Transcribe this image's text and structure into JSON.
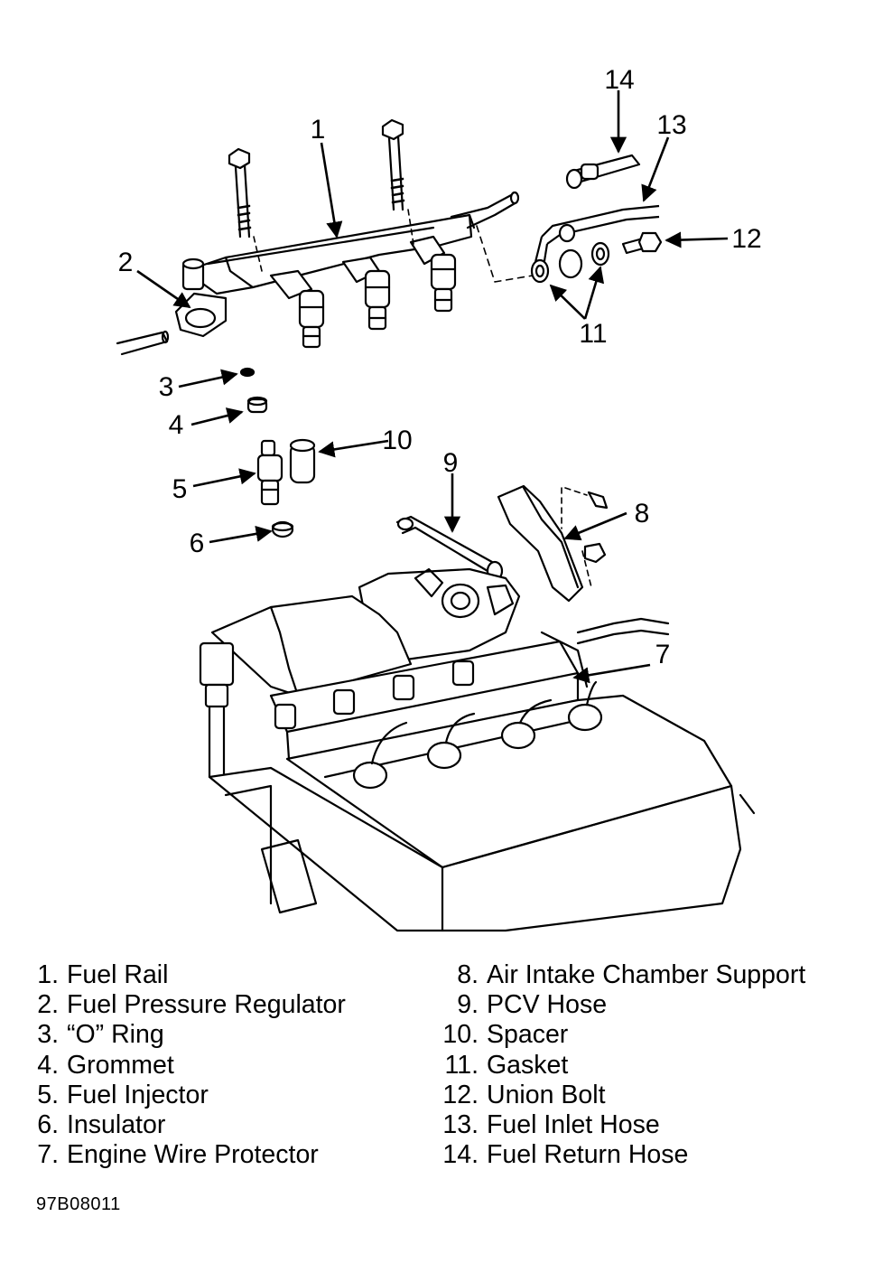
{
  "callouts": [
    "1",
    "2",
    "3",
    "4",
    "5",
    "6",
    "7",
    "8",
    "9",
    "10",
    "11",
    "12",
    "13",
    "14"
  ],
  "legend_left": [
    {
      "num": "1.",
      "label": "Fuel Rail"
    },
    {
      "num": "2.",
      "label": "Fuel Pressure Regulator"
    },
    {
      "num": "3.",
      "label": "“O” Ring"
    },
    {
      "num": "4.",
      "label": "Grommet"
    },
    {
      "num": "5.",
      "label": "Fuel Injector"
    },
    {
      "num": "6.",
      "label": "Insulator"
    },
    {
      "num": "7.",
      "label": "Engine Wire Protector"
    }
  ],
  "legend_right": [
    {
      "num": "8.",
      "label": "Air Intake Chamber Support"
    },
    {
      "num": "9.",
      "label": "PCV Hose"
    },
    {
      "num": "10.",
      "label": "Spacer"
    },
    {
      "num": "11.",
      "label": "Gasket"
    },
    {
      "num": "12.",
      "label": "Union Bolt"
    },
    {
      "num": "13.",
      "label": "Fuel Inlet Hose"
    },
    {
      "num": "14.",
      "label": "Fuel Return Hose"
    }
  ],
  "figure_id": "97B08011",
  "colors": {
    "ink": "#000000",
    "background": "#ffffff"
  }
}
